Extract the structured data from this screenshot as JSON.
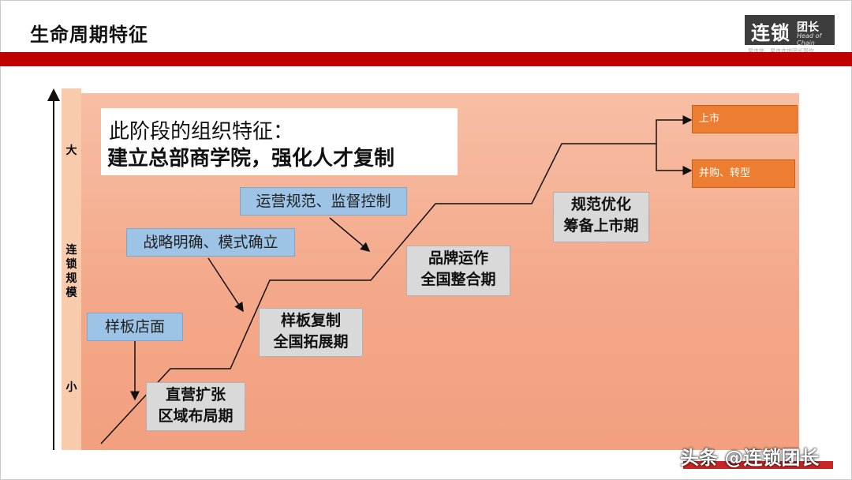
{
  "page": {
    "title": "生命周期特征"
  },
  "logo": {
    "main": "连锁",
    "box": "团长",
    "sub": "Head of Chain",
    "tagline": "早连锁，早连连锁团长帮你"
  },
  "axis": {
    "top": "大",
    "middle": "连锁规模",
    "bottom": "小"
  },
  "callout": {
    "line1": "此阶段的组织特征：",
    "line2": "建立总部商学院，强化人才复制"
  },
  "labels": {
    "sample_store": "样板店面",
    "strategy": "战略明确、模式确立",
    "operations": "运营规范、监督控制"
  },
  "stages": [
    {
      "line1": "直营扩张",
      "line2": "区域布局期"
    },
    {
      "line1": "样板复制",
      "line2": "全国拓展期"
    },
    {
      "line1": "品牌运作",
      "line2": "全国整合期"
    },
    {
      "line1": "规范优化",
      "line2": "筹备上市期"
    }
  ],
  "outcomes": {
    "ipo": "上市",
    "merger": "并购、转型"
  },
  "watermark": "头条 @连锁团长",
  "colors": {
    "band": "#c00000",
    "canvas": "#f4a88a",
    "label_fill": "#9dc3e6",
    "stage_fill": "#d9d9d9",
    "outcome_fill": "#ed7d31"
  }
}
